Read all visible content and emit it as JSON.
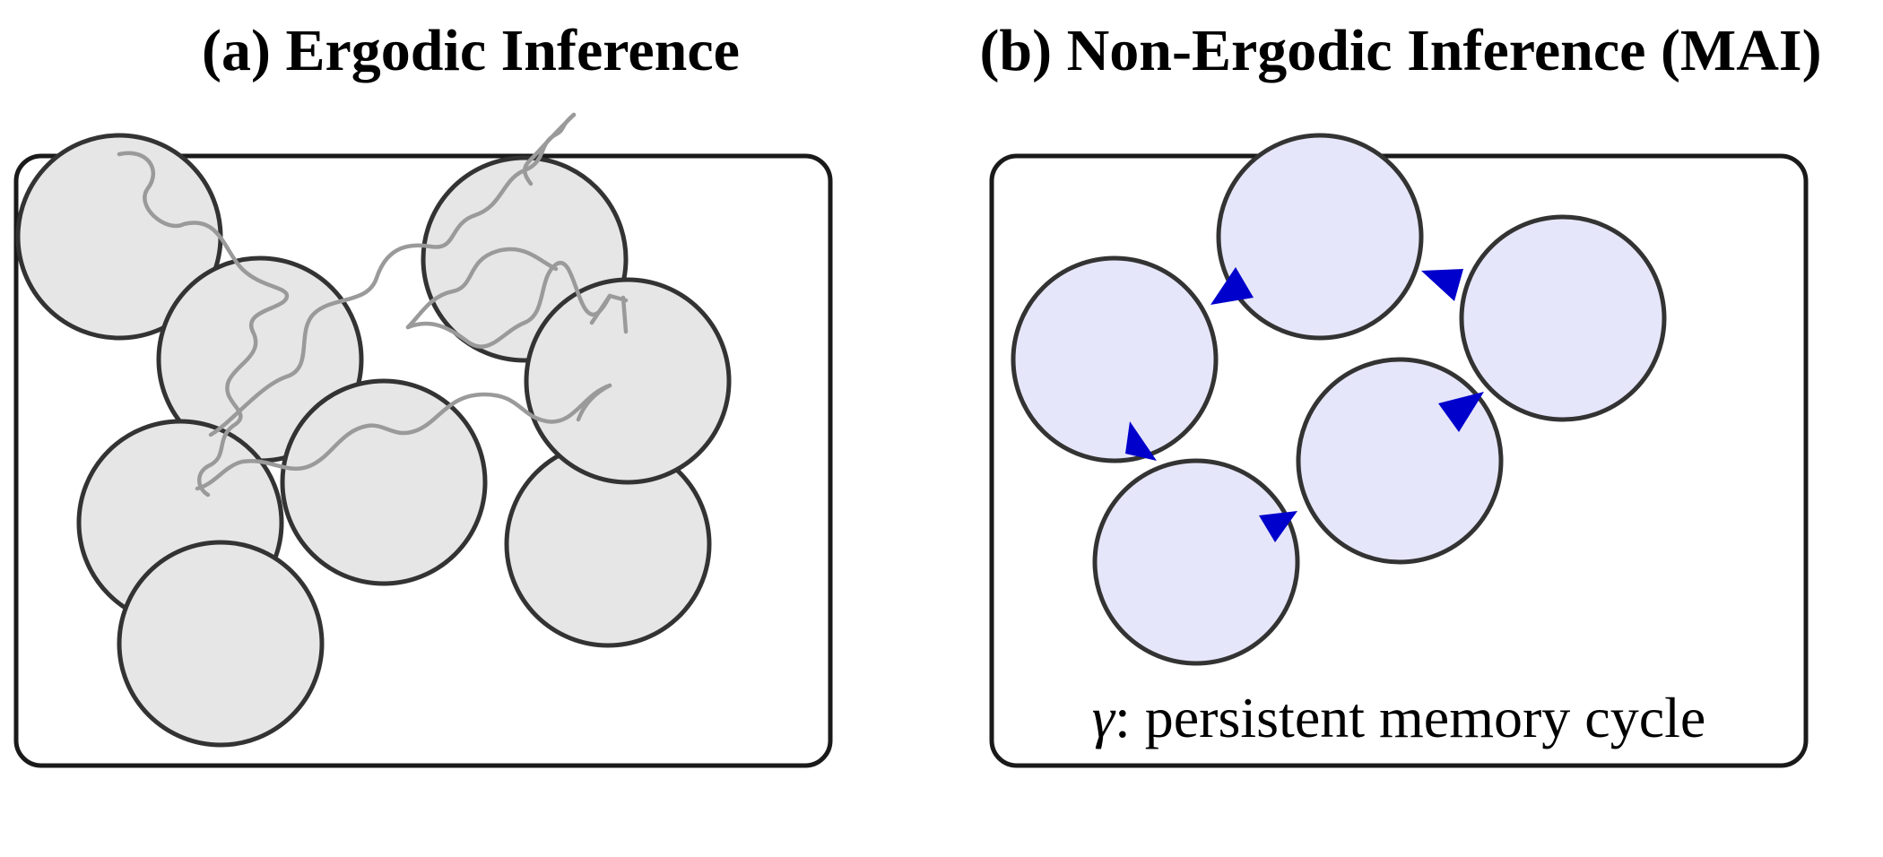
{
  "figure": {
    "panel_a": {
      "title": "(a) Ergodic Inference"
    },
    "panel_b": {
      "title": "(b) Non-Ergodic Inference (MAI)",
      "caption_symbol": "γ",
      "caption_text": ": persistent memory cycle"
    }
  },
  "colors": {
    "gray_fill": "#e6e6e6",
    "blue_fill": "#e6e6fa",
    "walk_stroke": "#9a9a9a",
    "arrow_blue": "#0000cc",
    "outline": "#333333"
  }
}
